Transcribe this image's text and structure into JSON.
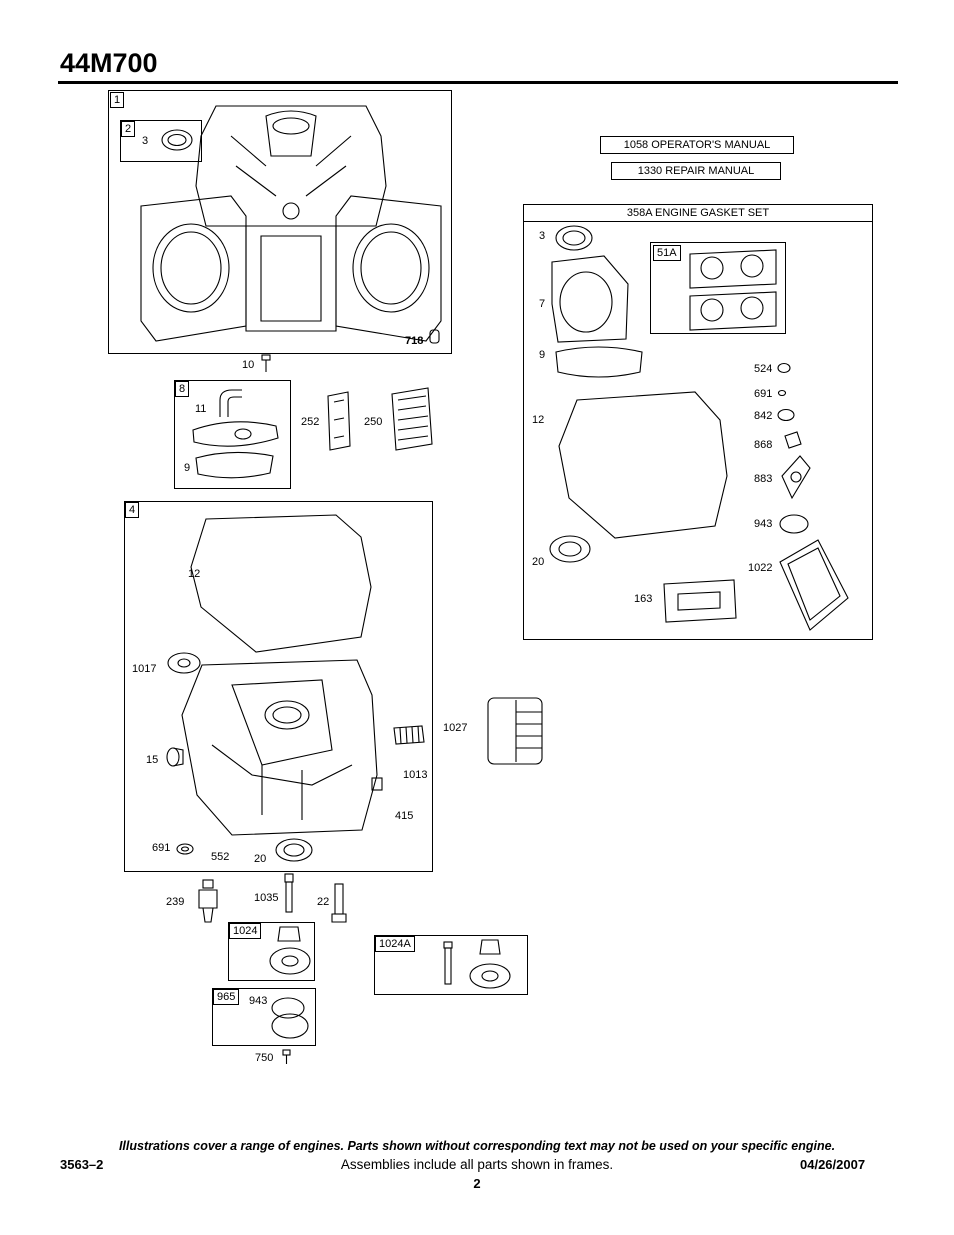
{
  "header": {
    "model": "44M700"
  },
  "frames": {
    "f1": "1",
    "f2": "2",
    "f8": "8",
    "f4": "4",
    "f1024": "1024",
    "f1024A": "1024A",
    "f965": "965",
    "f51A": "51A"
  },
  "manuals": {
    "operators": "1058 OPERATOR'S MANUAL",
    "repair": "1330 REPAIR MANUAL"
  },
  "gasket_set": {
    "title": "358A ENGINE GASKET SET"
  },
  "parts": {
    "p3a": "3",
    "p718": "718",
    "p10": "10",
    "p11": "11",
    "p9a": "9",
    "p252": "252",
    "p250": "250",
    "p12a": "12",
    "p1017": "1017",
    "p15": "15",
    "p1027": "1027",
    "p1013": "1013",
    "p415": "415",
    "p691a": "691",
    "p552": "552",
    "p20a": "20",
    "p239": "239",
    "p1035": "1035",
    "p22": "22",
    "p943a": "943",
    "p750": "750",
    "g3": "3",
    "g7": "7",
    "g9": "9",
    "g12": "12",
    "g20": "20",
    "g163": "163",
    "g524": "524",
    "g691": "691",
    "g842": "842",
    "g868": "868",
    "g883": "883",
    "g943": "943",
    "g1022": "1022"
  },
  "footer": {
    "disclaimer": "Illustrations cover a range of engines. Parts shown without corresponding text may not be used on your specific engine.",
    "doc_number": "3563–2",
    "assemblies_note": "Assemblies include all parts shown in frames.",
    "date": "04/26/2007",
    "page": "2"
  }
}
